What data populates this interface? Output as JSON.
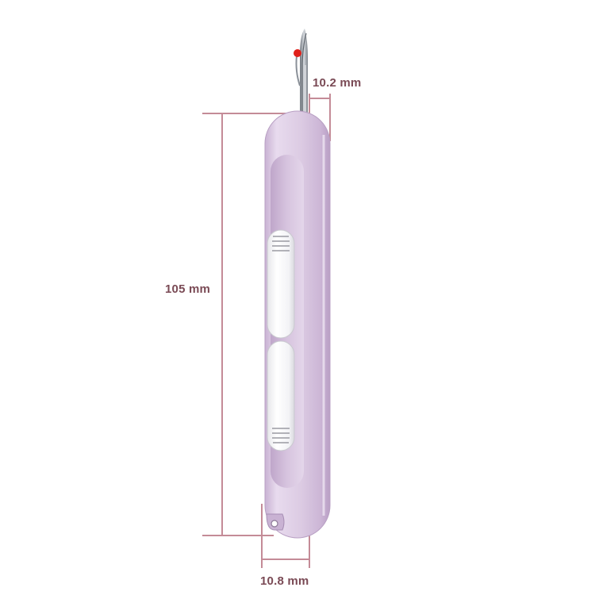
{
  "dimensions": {
    "length": "105 mm",
    "top_width": "10.2 mm",
    "bottom_width": "10.8 mm"
  },
  "colors": {
    "dimension_line": "#c48b97",
    "dimension_text": "#7a4a55",
    "body": "#dccbe3",
    "body_shadow": "#c3abcd",
    "button": "#f5f5f7",
    "blade": "#9aa0a8",
    "ball_tip": "#e0201a"
  }
}
